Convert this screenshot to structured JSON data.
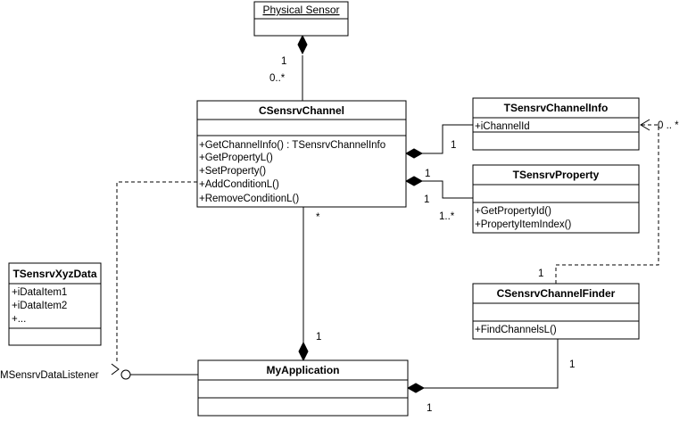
{
  "classes": {
    "physical_sensor": {
      "name": "Physical Sensor"
    },
    "channel": {
      "name": "CSensrvChannel",
      "methods": [
        "+GetChannelInfo() : TSensrvChannelInfo",
        "+GetPropertyL()",
        "+SetProperty()",
        "+AddConditionL()",
        "+RemoveConditionL()"
      ]
    },
    "channel_info": {
      "name": "TSensrvChannelInfo",
      "attributes": [
        "+iChannelId"
      ]
    },
    "property": {
      "name": "TSensrvProperty",
      "methods": [
        "+GetPropertyId()",
        "+PropertyItemIndex()"
      ]
    },
    "xyz_data": {
      "name": "TSensrvXyzData",
      "attributes": [
        "+iDataItem1",
        "+iDataItem2",
        "+..."
      ]
    },
    "finder": {
      "name": "CSensrvChannelFinder",
      "methods": [
        "+FindChannelsL()"
      ]
    },
    "app": {
      "name": "MyApplication"
    }
  },
  "interface": {
    "name": "MSensrvDataListener"
  },
  "multiplicities": {
    "sensor_end": "1",
    "channel_from_sensor": "0..*",
    "channel_info_near": "1",
    "property_near_top": "1",
    "property_near_bottom": "1",
    "property_far": "1..*",
    "finder_to_info_far": "0 .. *",
    "finder_to_info_near": "1",
    "channel_to_app_top": "*",
    "channel_to_app_bottom": "1",
    "app_to_finder_top": "1",
    "app_to_finder_bottom": "1"
  }
}
